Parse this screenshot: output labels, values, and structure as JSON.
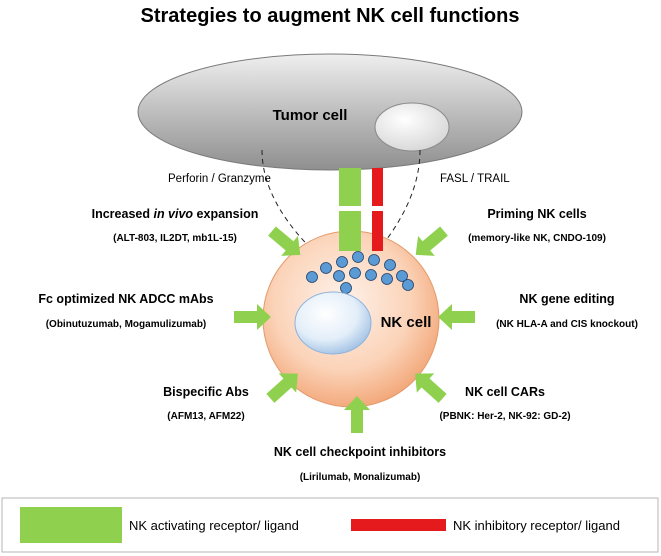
{
  "title": "Strategies to augment NK cell functions",
  "tumor_cell_label": "Tumor cell",
  "nk_cell_label": "NK cell",
  "perforin_label": "Perforin / Granzyme",
  "fasl_label": "FASL / TRAIL",
  "strategies": {
    "expansion": {
      "heading_pre": "Increased ",
      "heading_em": "in vivo",
      "heading_post": " expansion",
      "detail": "(ALT-803, IL2DT, mb1L-15)"
    },
    "priming": {
      "heading": "Priming NK cells",
      "detail": "(memory-like NK, CNDO-109)"
    },
    "adcc": {
      "heading": "Fc optimized NK ADCC mAbs",
      "detail": "(Obinutuzumab, Mogamulizumab)"
    },
    "gene_editing": {
      "heading": "NK gene editing",
      "detail": "(NK HLA-A and CIS  knockout)"
    },
    "bispecific": {
      "heading": "Bispecific Abs",
      "detail": "(AFM13, AFM22)"
    },
    "cars": {
      "heading": "NK cell CARs",
      "detail": "(PBNK: Her-2,  NK-92: GD-2)"
    },
    "checkpoint": {
      "heading": "NK cell checkpoint inhibitors",
      "detail": "(Lirilumab, Monalizumab)"
    }
  },
  "legend": {
    "activating": "NK activating receptor/ ligand",
    "inhibitory": "NK inhibitory receptor/ ligand"
  },
  "colors": {
    "activating": "#8fd14f",
    "inhibitory": "#e41a1c",
    "granule": "#5b9bd5",
    "tumor": "#b4b4b4",
    "nk_cell": "#f6b48a"
  }
}
